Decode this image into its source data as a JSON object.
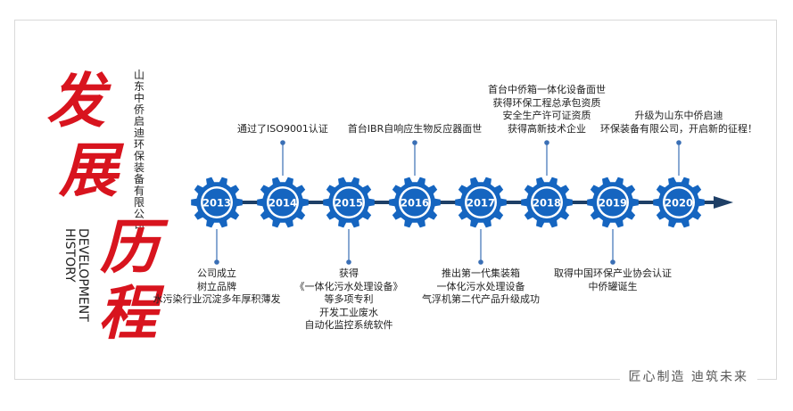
{
  "company_name": "山东中侨启迪环保装备有限公司",
  "title_chars": [
    "发",
    "展",
    "历",
    "程"
  ],
  "title_en": [
    "DEVELOPMENT",
    "HISTORY"
  ],
  "slogan": "匠心制造  迪筑未来",
  "colors": {
    "gear": "#1565c0",
    "axis": "#1e3f66",
    "title_red": "#d8141e",
    "connector": "#3a6fb5"
  },
  "milestones": [
    {
      "year": "2013",
      "position": "below",
      "lines": [
        "公司成立",
        "树立品牌",
        "水污染行业沉淀多年厚积薄发"
      ]
    },
    {
      "year": "2014",
      "position": "above",
      "lines": [
        "通过了ISO9001认证"
      ]
    },
    {
      "year": "2015",
      "position": "below",
      "lines": [
        "获得",
        "《一体化污水处理设备》",
        "等多项专利",
        "开发工业废水",
        "自动化监控系统软件"
      ]
    },
    {
      "year": "2016",
      "position": "above",
      "lines": [
        "首台IBR自响应生物反应器面世"
      ]
    },
    {
      "year": "2017",
      "position": "below",
      "lines": [
        "推出第一代集装箱",
        "一体化污水处理设备",
        "气浮机第二代产品升级成功"
      ]
    },
    {
      "year": "2018",
      "position": "above",
      "lines": [
        "首台中侨箱一体化设备面世",
        "获得环保工程总承包资质",
        "安全生产许可证资质",
        "获得高新技术企业"
      ]
    },
    {
      "year": "2019",
      "position": "below",
      "lines": [
        "取得中国环保产业协会认证",
        "中侨罐诞生"
      ]
    },
    {
      "year": "2020",
      "position": "above",
      "lines": [
        "升级为山东中侨启迪",
        "环保装备有限公司，开启新的征程！"
      ]
    }
  ]
}
